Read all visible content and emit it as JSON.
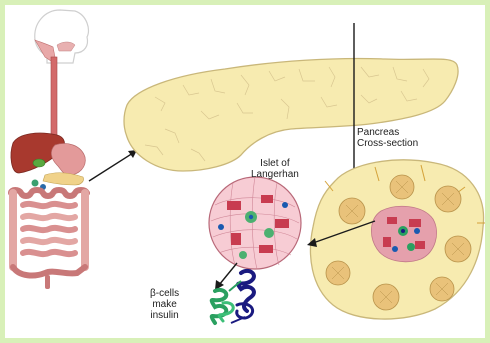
{
  "labels": {
    "pancreas_cross_section": [
      "Pancreas",
      "Cross-section"
    ],
    "islet": [
      "Islet of",
      "Langerhan"
    ],
    "beta_cells": [
      "β-cells",
      "make",
      "insulin"
    ]
  },
  "colors": {
    "frame": "#d8f0b8",
    "pancreas_fill": "#f7ebb0",
    "pancreas_stroke": "#c9b77a",
    "islet_pink": "#f2c4c8",
    "islet_red": "#c83c50",
    "protein_blue": "#1a1a80",
    "protein_green": "#2aa060",
    "organ_liver": "#a8392e",
    "organ_intestine": "#e3a7a4"
  }
}
